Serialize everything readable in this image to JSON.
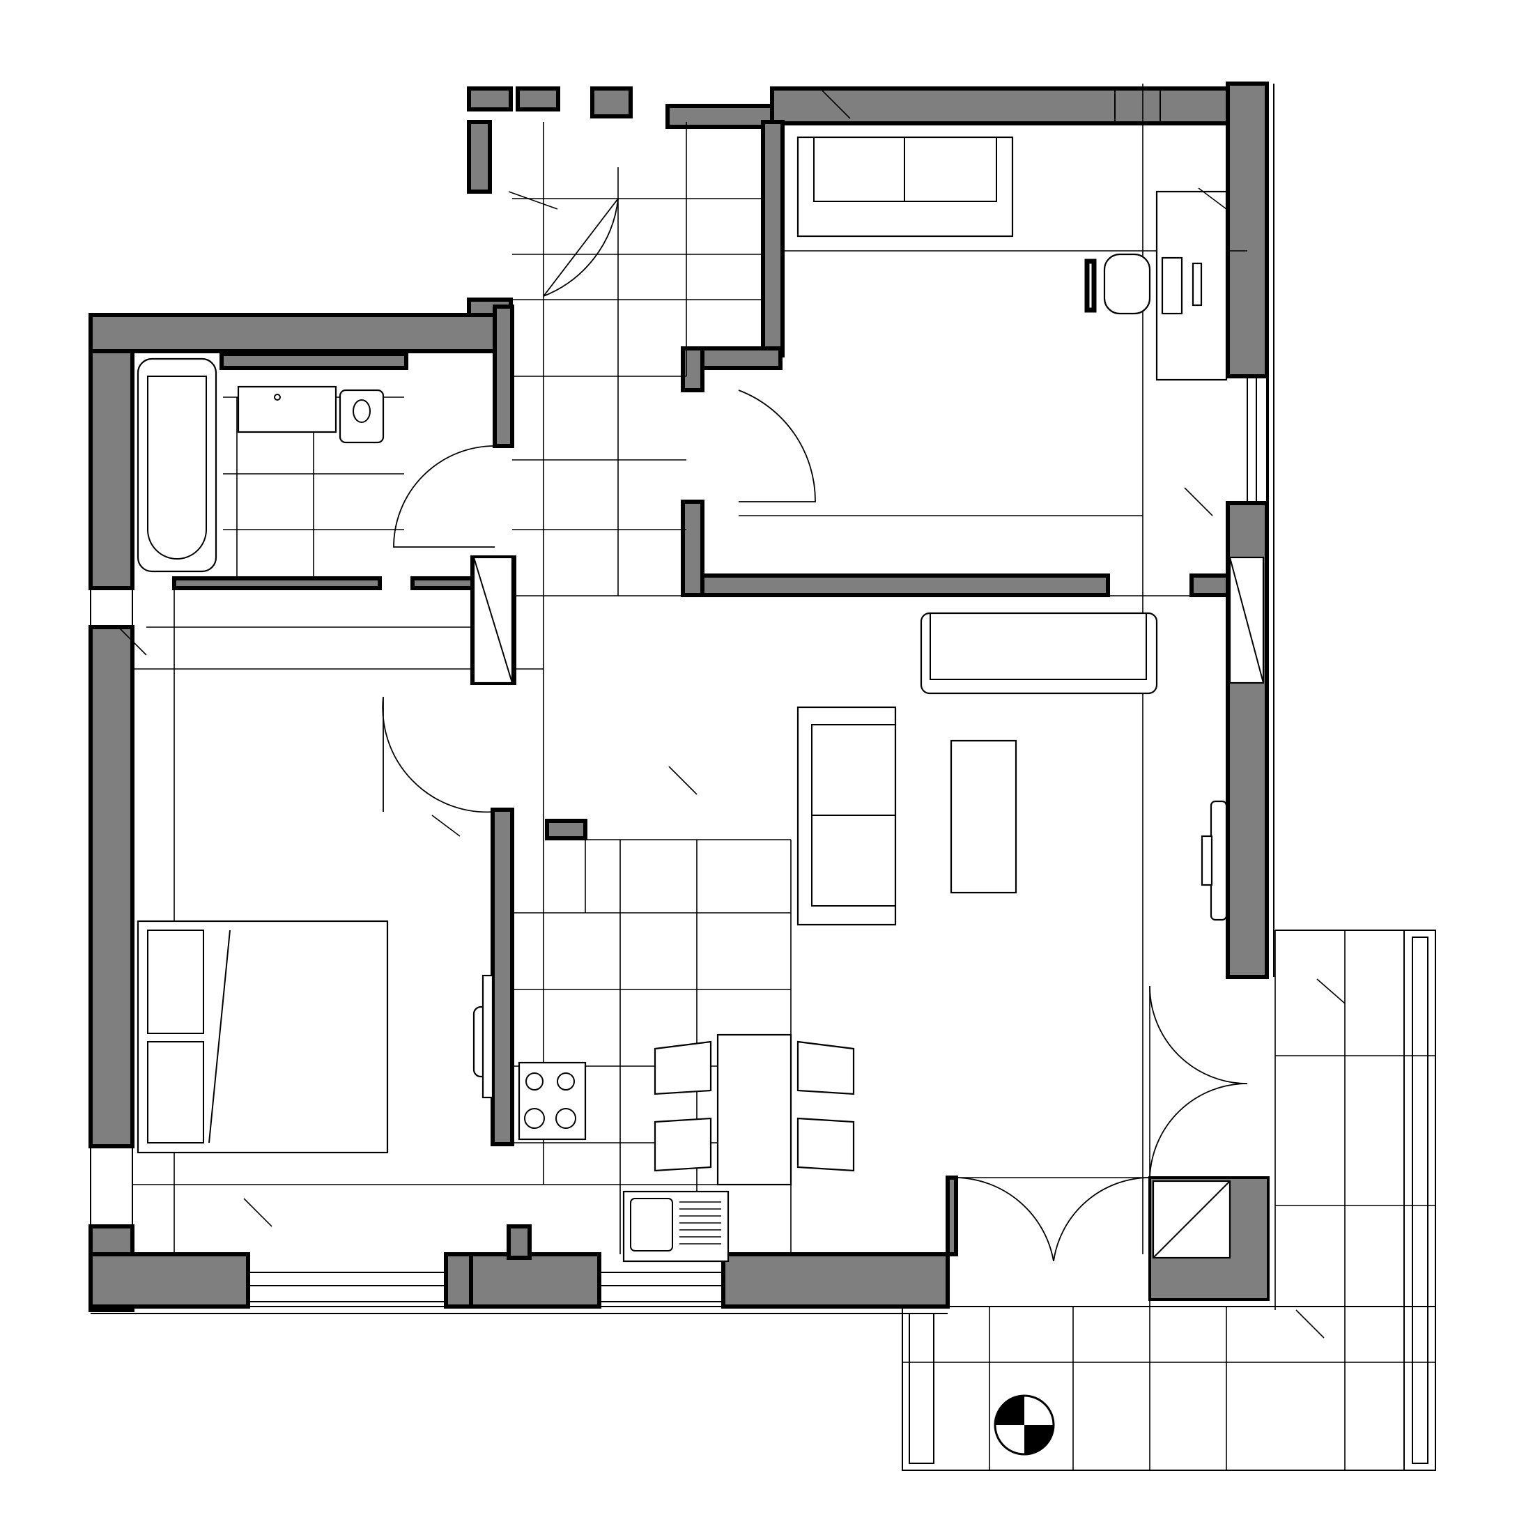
{
  "plan": {
    "type": "apartment floor plan",
    "fill_colors": {
      "wall": "#7f7f7f",
      "line": "#000000",
      "background": "#ffffff"
    },
    "rooms": [
      {
        "id": "bathroom",
        "fixtures": [
          "bathtub",
          "washbasin",
          "toilet"
        ]
      },
      {
        "id": "hallway"
      },
      {
        "id": "study",
        "fixtures": [
          "sofa",
          "desk",
          "office-chair",
          "monitor"
        ]
      },
      {
        "id": "living-kitchen",
        "fixtures": [
          "sofa",
          "armchair",
          "coffee-table",
          "dining-table",
          "chairs",
          "stove",
          "sink",
          "tv-unit"
        ]
      },
      {
        "id": "bedroom",
        "fixtures": [
          "double-bed",
          "wardrobe"
        ]
      },
      {
        "id": "balcony"
      }
    ],
    "symbols": [
      "north-arrow-icon"
    ]
  }
}
